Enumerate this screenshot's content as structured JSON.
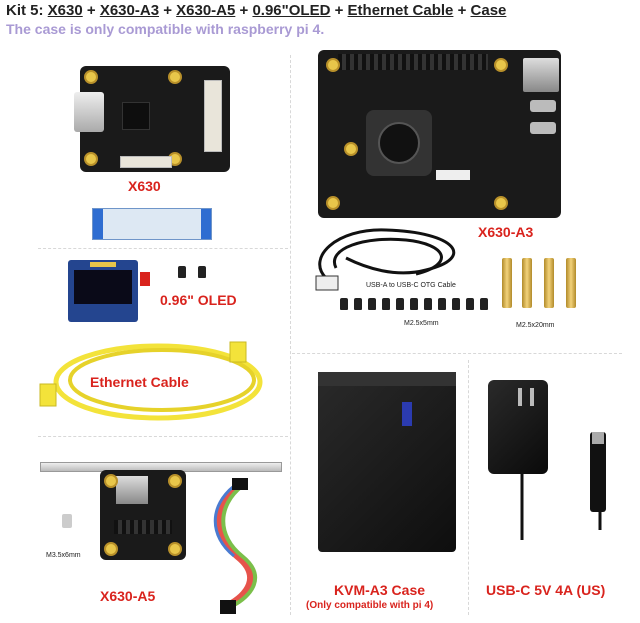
{
  "header": {
    "kit": "Kit 5: ",
    "items": [
      "X630",
      "X630-A3",
      "X630-A5",
      "0.96\"OLED",
      "Ethernet Cable",
      "Case"
    ],
    "sep": " + ",
    "note": "The case is only compatible with raspberry pi 4."
  },
  "labels": {
    "x630": "X630",
    "x630a3": "X630-A3",
    "oled": "0.96\" OLED",
    "ethernet": "Ethernet Cable",
    "x630a5": "X630-A5",
    "kvm_case": "KVM-A3 Case",
    "kvm_note": "(Only compatible with pi 4)",
    "psu": "USB-C 5V 4A  (US)",
    "otg_cable": "USB-A to USB-C OTG Cable",
    "screw_short": "M2.5x5mm",
    "standoff_long": "M2.5x20mm",
    "screw_a5": "M3.5x6mm"
  },
  "colors": {
    "label_red": "#d9231d",
    "note_purple": "#a99ad4",
    "cable_yellow": "#f3e33a",
    "gold": "#e8c64a"
  }
}
